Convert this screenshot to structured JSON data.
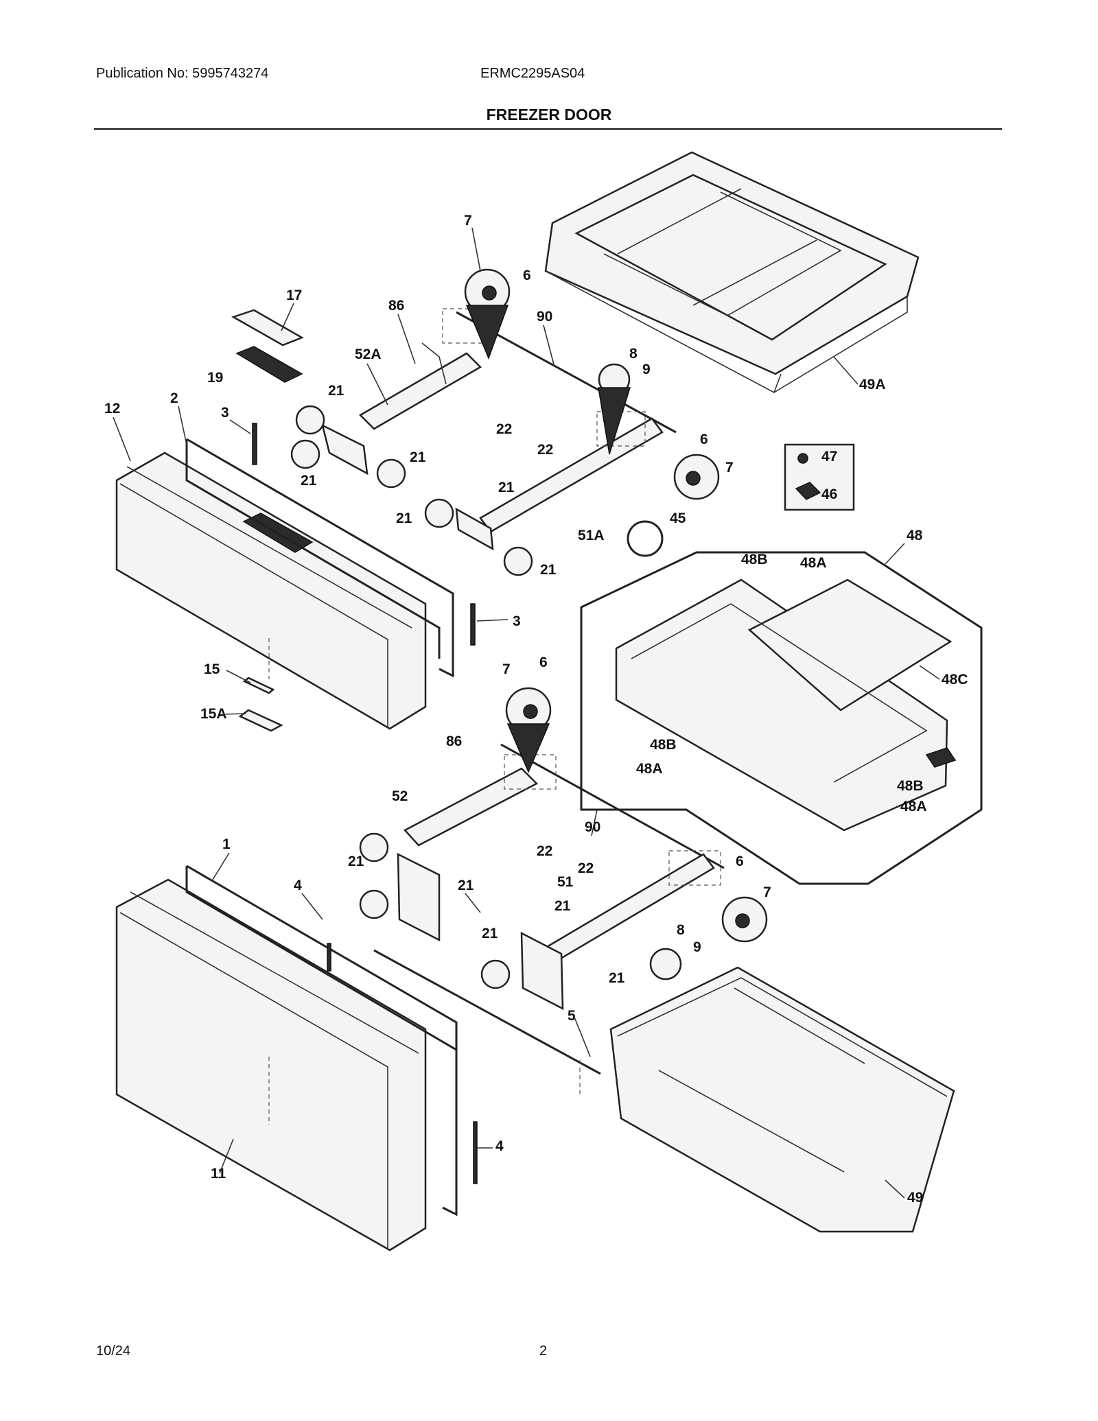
{
  "header": {
    "publication": "Publication No: 5995743274",
    "model": "ERMC2295AS04",
    "title": "FREEZER DOOR"
  },
  "footer": {
    "date": "10/24",
    "page": "2"
  },
  "callouts": [
    {
      "id": "c1",
      "label": "7"
    },
    {
      "id": "c2",
      "label": "6"
    },
    {
      "id": "c3",
      "label": "17"
    },
    {
      "id": "c4",
      "label": "86"
    },
    {
      "id": "c5",
      "label": "90"
    },
    {
      "id": "c6",
      "label": "52A"
    },
    {
      "id": "c7",
      "label": "8"
    },
    {
      "id": "c8",
      "label": "9"
    },
    {
      "id": "c9",
      "label": "19"
    },
    {
      "id": "c10",
      "label": "21"
    },
    {
      "id": "c11",
      "label": "49A"
    },
    {
      "id": "c12",
      "label": "12"
    },
    {
      "id": "c13",
      "label": "2"
    },
    {
      "id": "c14",
      "label": "3"
    },
    {
      "id": "c15",
      "label": "22"
    },
    {
      "id": "c16",
      "label": "21"
    },
    {
      "id": "c17",
      "label": "22"
    },
    {
      "id": "c18",
      "label": "6"
    },
    {
      "id": "c19",
      "label": "21"
    },
    {
      "id": "c20",
      "label": "7"
    },
    {
      "id": "c21",
      "label": "47"
    },
    {
      "id": "c22",
      "label": "21"
    },
    {
      "id": "c23",
      "label": "46"
    },
    {
      "id": "c24",
      "label": "21"
    },
    {
      "id": "c25",
      "label": "45"
    },
    {
      "id": "c26",
      "label": "51A"
    },
    {
      "id": "c27",
      "label": "48"
    },
    {
      "id": "c28",
      "label": "21"
    },
    {
      "id": "c29",
      "label": "48B"
    },
    {
      "id": "c30",
      "label": "48A"
    },
    {
      "id": "c31",
      "label": "3"
    },
    {
      "id": "c32",
      "label": "48C"
    },
    {
      "id": "c33",
      "label": "15"
    },
    {
      "id": "c34",
      "label": "7"
    },
    {
      "id": "c35",
      "label": "6"
    },
    {
      "id": "c36",
      "label": "15A"
    },
    {
      "id": "c37",
      "label": "48B"
    },
    {
      "id": "c38",
      "label": "86"
    },
    {
      "id": "c39",
      "label": "48A"
    },
    {
      "id": "c40",
      "label": "52"
    },
    {
      "id": "c41",
      "label": "48B"
    },
    {
      "id": "c42",
      "label": "48A"
    },
    {
      "id": "c43",
      "label": "90"
    },
    {
      "id": "c44",
      "label": "22"
    },
    {
      "id": "c45",
      "label": "1"
    },
    {
      "id": "c46",
      "label": "21"
    },
    {
      "id": "c47",
      "label": "22"
    },
    {
      "id": "c48",
      "label": "6"
    },
    {
      "id": "c49",
      "label": "4"
    },
    {
      "id": "c50",
      "label": "51"
    },
    {
      "id": "c51",
      "label": "21"
    },
    {
      "id": "c52",
      "label": "7"
    },
    {
      "id": "c53",
      "label": "21"
    },
    {
      "id": "c54",
      "label": "21"
    },
    {
      "id": "c55",
      "label": "8"
    },
    {
      "id": "c56",
      "label": "9"
    },
    {
      "id": "c57",
      "label": "21"
    },
    {
      "id": "c58",
      "label": "5"
    },
    {
      "id": "c59",
      "label": "4"
    },
    {
      "id": "c60",
      "label": "11"
    },
    {
      "id": "c61",
      "label": "49"
    }
  ]
}
